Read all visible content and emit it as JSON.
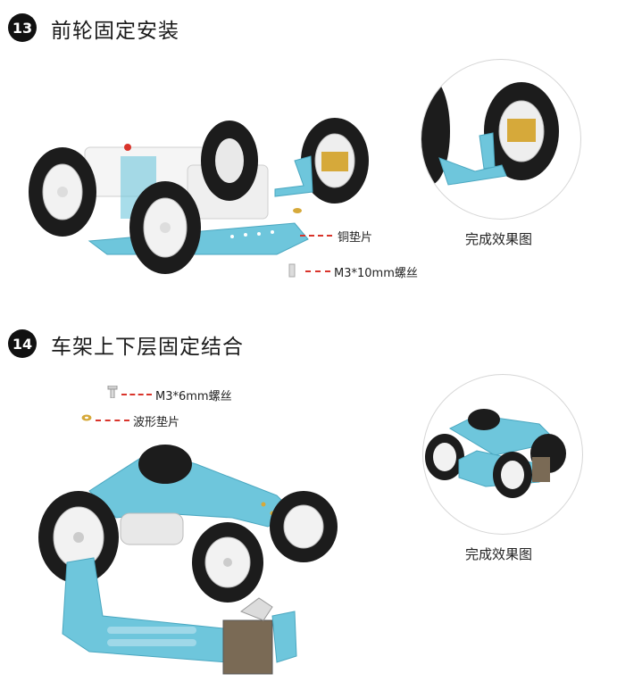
{
  "step13": {
    "number": "13",
    "title": "前轮固定安装",
    "label_washer": "铜垫片",
    "label_screw": "M3*10mm螺丝",
    "caption": "完成效果图"
  },
  "step14": {
    "number": "14",
    "title": "车架上下层固定结合",
    "label_screw": "M3*6mm螺丝",
    "label_washer": "波形垫片",
    "caption": "完成效果图"
  },
  "colors": {
    "plate_blue": "#6ec6dc",
    "tire_black": "#1c1c1c",
    "rim_white": "#f2f2f2",
    "brass": "#d6a93a",
    "dash_red": "#d9342b"
  }
}
